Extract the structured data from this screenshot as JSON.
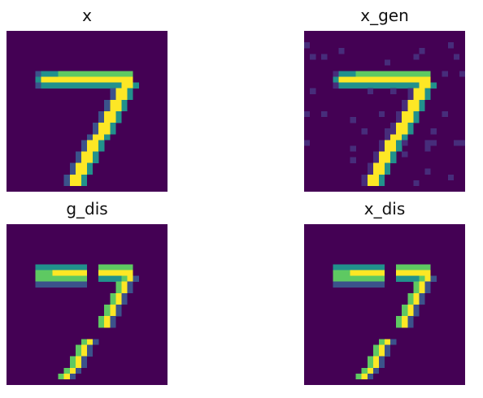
{
  "panels": [
    {
      "key": "x",
      "title": "x",
      "variant": "clean"
    },
    {
      "key": "x_gen",
      "title": "x_gen",
      "variant": "noisy"
    },
    {
      "key": "g_dis",
      "title": "g_dis",
      "variant": "split"
    },
    {
      "key": "x_dis",
      "title": "x_dis",
      "variant": "split"
    }
  ],
  "colors": {
    "background": "#440154",
    "low": "#3b528b",
    "mid": "#21918c",
    "high": "#5ec962",
    "peak": "#fde725"
  },
  "content": {
    "digit": "7"
  }
}
